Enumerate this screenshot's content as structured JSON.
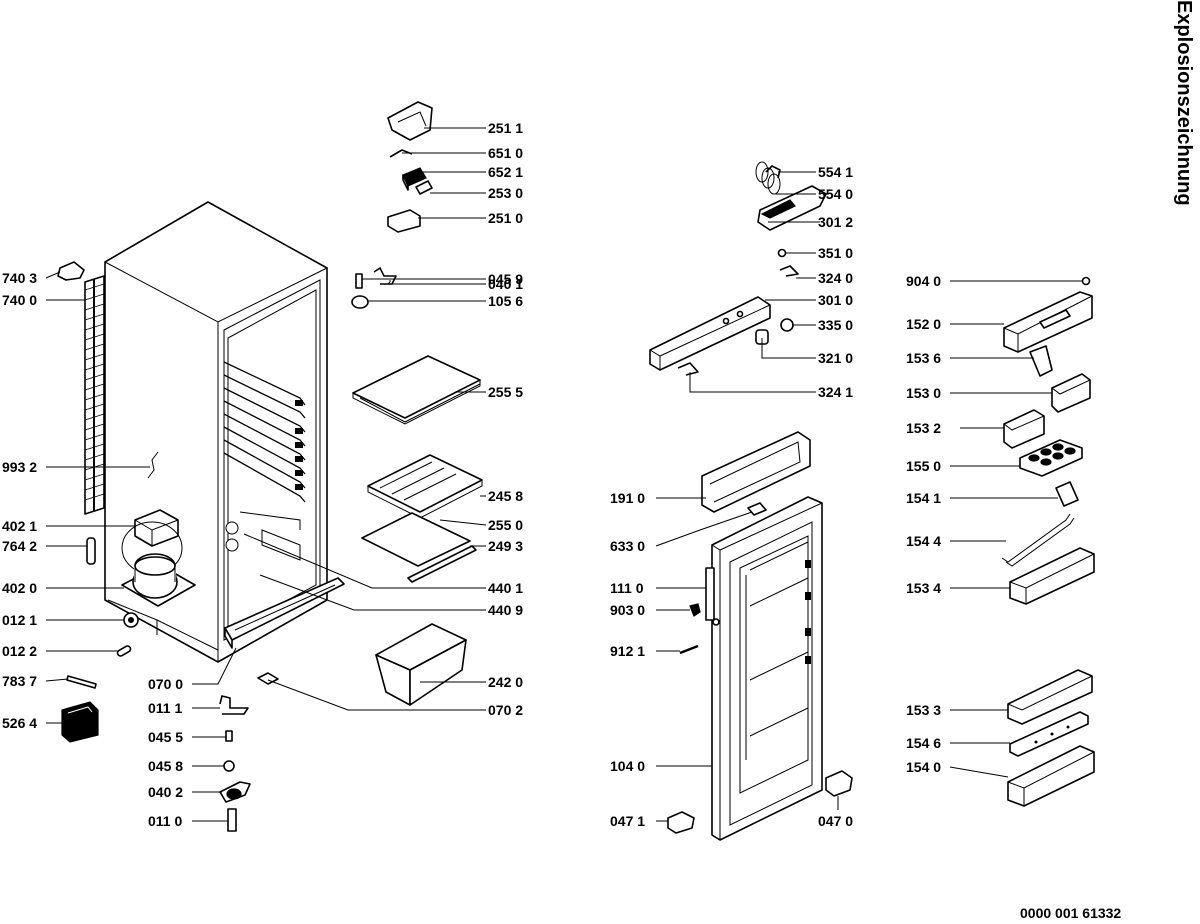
{
  "title": "Explosionszeichnung",
  "document_number": "0000 001 61332",
  "part_labels": [
    "251 1",
    "651 0",
    "652 1",
    "253 0",
    "251 0",
    "040 1",
    "045 9",
    "105 6",
    "255 5",
    "245 8",
    "255 0",
    "249 3",
    "440 1",
    "440 9",
    "242 0",
    "070 2",
    "070 0",
    "011 1",
    "045 5",
    "045 8",
    "040 2",
    "011 0",
    "740 3",
    "740 0",
    "993 2",
    "402 1",
    "764 2",
    "402 0",
    "012 1",
    "012 2",
    "783 7",
    "526 4",
    "554 1",
    "554 0",
    "301 2",
    "351 0",
    "324 0",
    "301 0",
    "335 0",
    "321 0",
    "324 1",
    "191 0",
    "633 0",
    "111 0",
    "903 0",
    "912 1",
    "104 0",
    "047 1",
    "047 0",
    "904 0",
    "152 0",
    "153 6",
    "153 0",
    "153 2",
    "155 0",
    "154 1",
    "154 4",
    "153 4",
    "153 3",
    "154 6",
    "154 0"
  ]
}
